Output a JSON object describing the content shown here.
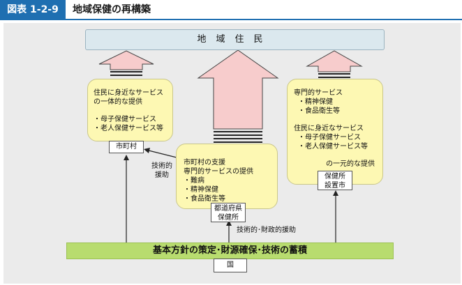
{
  "header": {
    "badge": "図表 1-2-9",
    "title": "地域保健の再構築"
  },
  "residents": "地域住民",
  "municipal_box": {
    "lines": [
      "住民に身近なサービス",
      "の一体的な提供",
      "・母子保健サービス",
      "・老人保健サービス等"
    ],
    "tag": "市町村"
  },
  "prefecture_box": {
    "lines": [
      "市町村の支援",
      "専門的サービスの提供",
      "・難病",
      "・精神保健",
      "・食品衛生等"
    ],
    "tag_lines": [
      "都道府県",
      "保健所"
    ]
  },
  "city_box": {
    "lines": [
      "専門的サービス",
      "・精神保健",
      "・食品衛生等",
      "住民に身近なサービス",
      "・母子保健サービス",
      "・老人保健サービス等",
      "の一元的な提供"
    ],
    "tag_lines": [
      "保健所",
      "設置市"
    ]
  },
  "technical_assist": [
    "技術的",
    "援助"
  ],
  "tech_fin_assist": "技術的･財政的援助",
  "national_bar": "基本方針の策定･財源確保･技術の蓄積",
  "national_tag": "国",
  "colors": {
    "accent": "#1f6fb1",
    "box": "#fdf8b3",
    "arrow": "#f7cccc",
    "bar": "#b8dc6f",
    "residents": "#dbe8ee"
  }
}
